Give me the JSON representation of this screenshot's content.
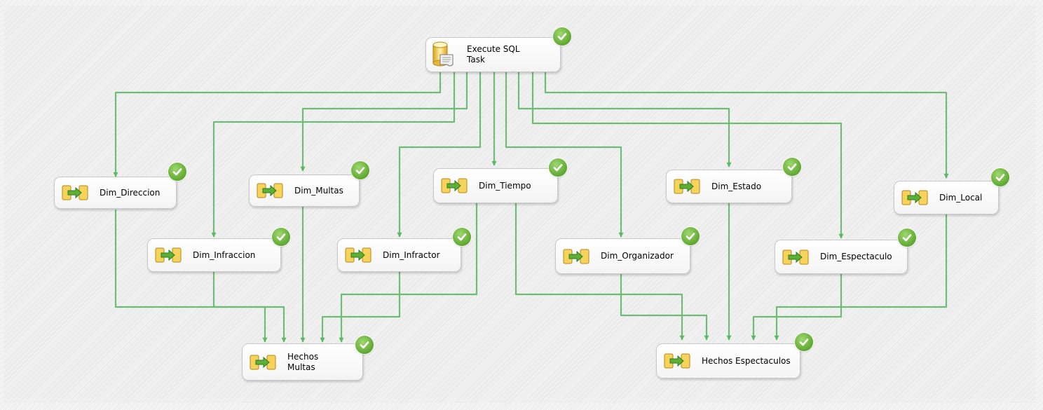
{
  "designer": {
    "colors": {
      "connector": "#6cbd75",
      "task_background": "#ffffff",
      "success": "#5fa831"
    },
    "tasks": {
      "execute_sql": {
        "label": "Execute SQL\nTask",
        "icon": "execute-sql-task-icon",
        "status": "success"
      },
      "dim_direccion": {
        "label": "Dim_Direccion",
        "icon": "data-flow-task-icon",
        "status": "success"
      },
      "dim_multas": {
        "label": "Dim_Multas",
        "icon": "data-flow-task-icon",
        "status": "success"
      },
      "dim_tiempo": {
        "label": "Dim_Tiempo",
        "icon": "data-flow-task-icon",
        "status": "success"
      },
      "dim_estado": {
        "label": "Dim_Estado",
        "icon": "data-flow-task-icon",
        "status": "success"
      },
      "dim_local": {
        "label": "Dim_Local",
        "icon": "data-flow-task-icon",
        "status": "success"
      },
      "dim_infraccion": {
        "label": "Dim_Infraccion",
        "icon": "data-flow-task-icon",
        "status": "success"
      },
      "dim_infractor": {
        "label": "Dim_Infractor",
        "icon": "data-flow-task-icon",
        "status": "success"
      },
      "dim_organizador": {
        "label": "Dim_Organizador",
        "icon": "data-flow-task-icon",
        "status": "success"
      },
      "dim_espectaculo": {
        "label": "Dim_Espectaculo",
        "icon": "data-flow-task-icon",
        "status": "success"
      },
      "hechos_multas": {
        "label": "Hechos\nMultas",
        "icon": "data-flow-task-icon",
        "status": "success"
      },
      "hechos_espectaculos": {
        "label": "Hechos Espectaculos",
        "icon": "data-flow-task-icon",
        "status": "success"
      }
    },
    "precedence_constraints": [
      [
        "execute_sql",
        "dim_direccion"
      ],
      [
        "execute_sql",
        "dim_infraccion"
      ],
      [
        "execute_sql",
        "dim_multas"
      ],
      [
        "execute_sql",
        "dim_infractor"
      ],
      [
        "execute_sql",
        "dim_tiempo"
      ],
      [
        "execute_sql",
        "dim_organizador"
      ],
      [
        "execute_sql",
        "dim_estado"
      ],
      [
        "execute_sql",
        "dim_espectaculo"
      ],
      [
        "execute_sql",
        "dim_local"
      ],
      [
        "dim_direccion",
        "hechos_multas"
      ],
      [
        "dim_infraccion",
        "hechos_multas"
      ],
      [
        "dim_multas",
        "hechos_multas"
      ],
      [
        "dim_infractor",
        "hechos_multas"
      ],
      [
        "dim_tiempo",
        "hechos_multas"
      ],
      [
        "dim_tiempo",
        "hechos_espectaculos"
      ],
      [
        "dim_organizador",
        "hechos_espectaculos"
      ],
      [
        "dim_estado",
        "hechos_espectaculos"
      ],
      [
        "dim_espectaculo",
        "hechos_espectaculos"
      ],
      [
        "dim_local",
        "hechos_espectaculos"
      ]
    ]
  }
}
